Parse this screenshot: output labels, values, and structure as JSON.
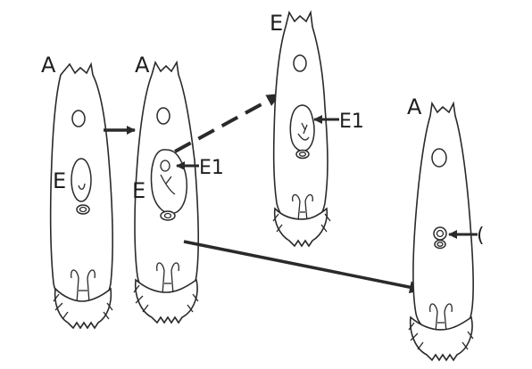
{
  "labels": {
    "rotifer_1": "A",
    "rotifer_2": "A",
    "rotifer_3": "E",
    "rotifer_4": "A",
    "egg_1": "E",
    "egg_2": "E",
    "egg_2_pointer": "E1",
    "egg_3_pointer": "E1",
    "egg_4_pointer": "("
  },
  "colors": {
    "line": "#2a2a2a",
    "arrow": "#3a3a3a",
    "text": "#1e1e1e",
    "background": "#ffffff"
  },
  "connectors": [
    {
      "from": "rotifer-1",
      "to": "rotifer-2",
      "style": "solid"
    },
    {
      "from": "rotifer-2",
      "to": "rotifer-3",
      "style": "dashed"
    },
    {
      "from": "rotifer-2",
      "to": "rotifer-4",
      "style": "solid"
    }
  ]
}
